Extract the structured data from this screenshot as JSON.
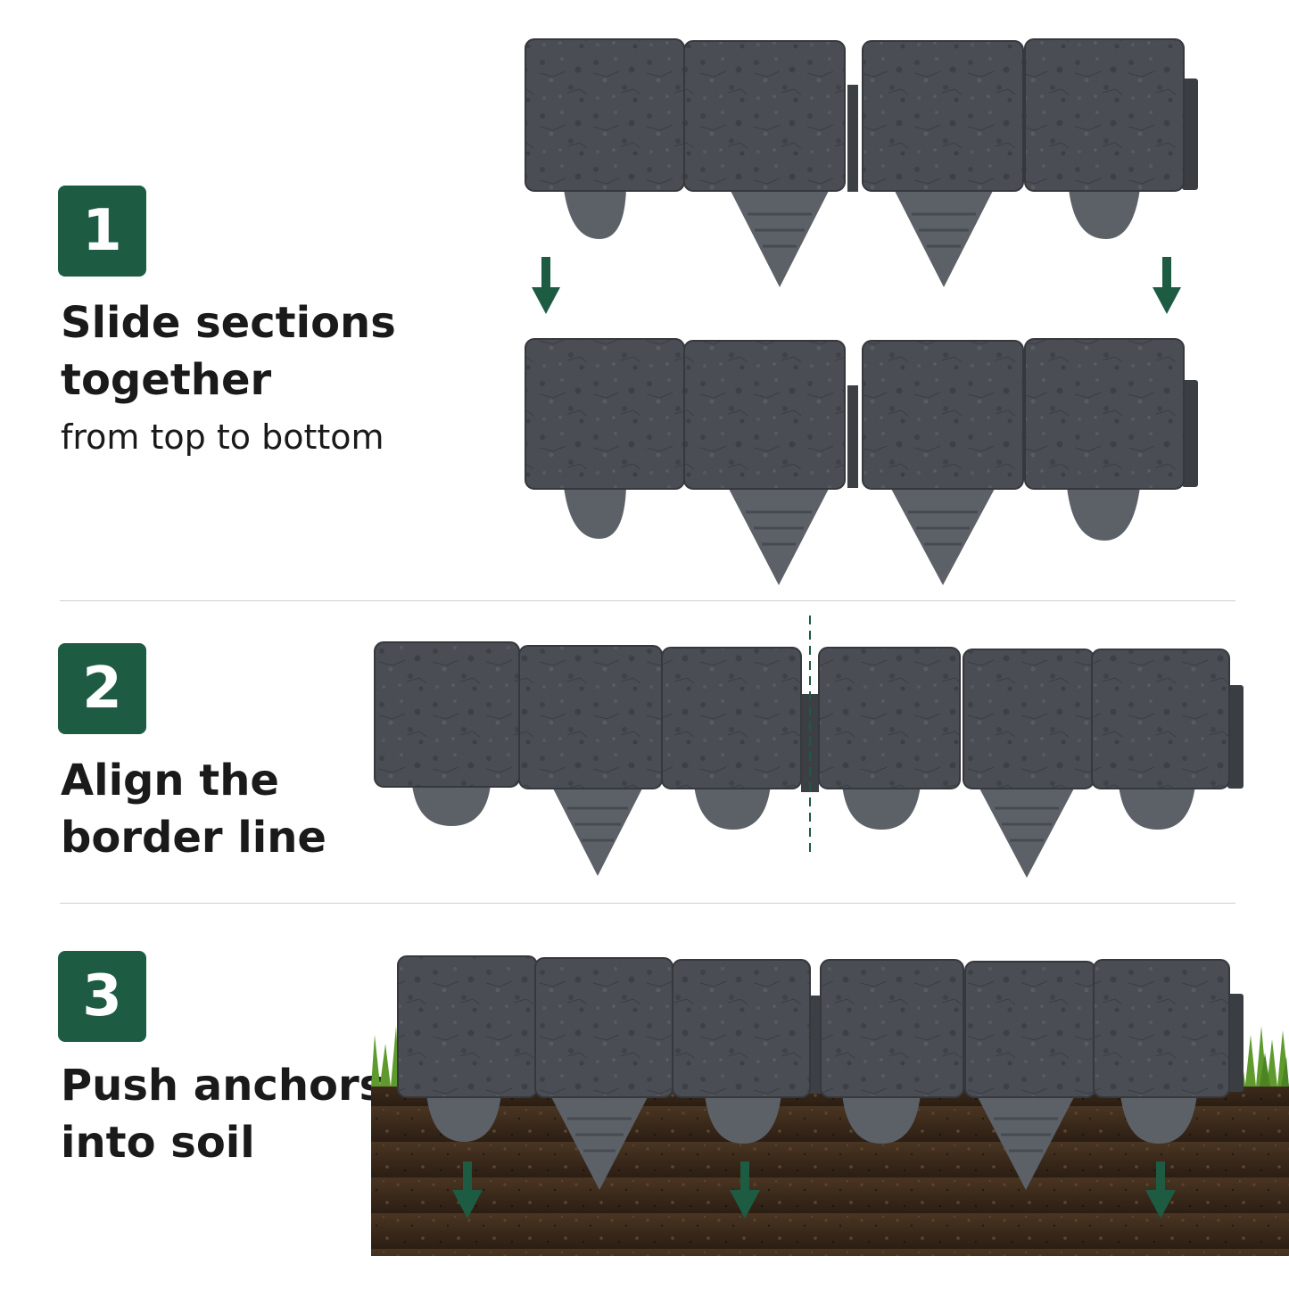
{
  "steps": [
    {
      "number": "1",
      "title_line1": "Slide sections",
      "title_line2": "together",
      "subtitle": "from top to bottom"
    },
    {
      "number": "2",
      "title_line1": "Align the",
      "title_line2": "border line",
      "subtitle": ""
    },
    {
      "number": "3",
      "title_line1": "Push anchors",
      "title_line2": "into soil",
      "subtitle": ""
    }
  ],
  "colors": {
    "accent_green": "#1d5b43",
    "stone_gray": "#4a4e54",
    "stake_gray": "#5c6168",
    "soil_brown": "#3a2a1c",
    "grass_green": "#5f9a2e"
  },
  "icons": {
    "down_arrow": "down-arrow-icon",
    "alignment_guide": "dashed-guide-line"
  }
}
